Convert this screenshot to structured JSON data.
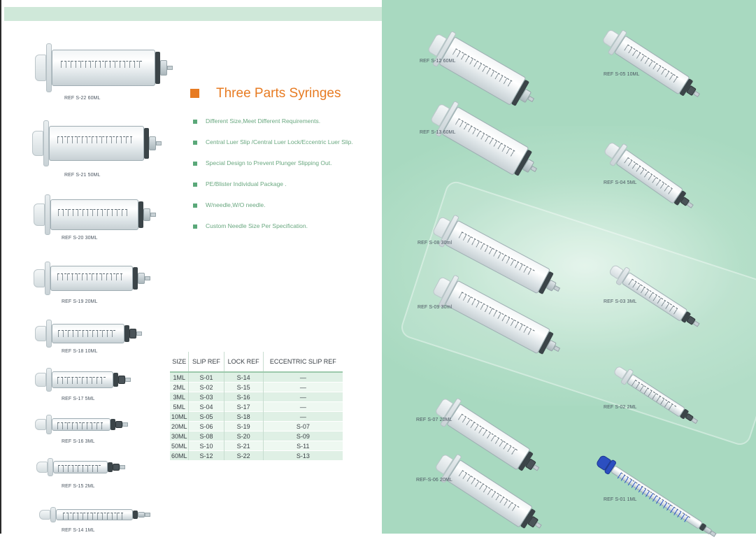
{
  "section": {
    "title": "Three Parts Syringes"
  },
  "features": [
    "Different Size,Meet Different Requirements.",
    "Central Luer Slip /Central Luer Lock/Eccentric Luer Slip.",
    "Special Design to Prevent Plunger Slipping Out.",
    "PE/Blister Individual Package .",
    "W/needle,W/O needle.",
    "Custom Needle Size Per Specification."
  ],
  "table": {
    "headers": [
      "SIZE",
      "SLIP REF",
      "LOCK REF",
      "ECCENTRIC SLIP  REF"
    ],
    "rows": [
      [
        "1ML",
        "S-01",
        "S-14",
        "—"
      ],
      [
        "2ML",
        "S-02",
        "S-15",
        "—"
      ],
      [
        "3ML",
        "S-03",
        "S-16",
        "—"
      ],
      [
        "5ML",
        "S-04",
        "S-17",
        "—"
      ],
      [
        "10ML",
        "S-05",
        "S-18",
        "—"
      ],
      [
        "20ML",
        "S-06",
        "S-19",
        "S-07"
      ],
      [
        "30ML",
        "S-08",
        "S-20",
        "S-09"
      ],
      [
        "50ML",
        "S-10",
        "S-21",
        "S-11"
      ],
      [
        "60ML",
        "S-12",
        "S-22",
        "S-13"
      ]
    ]
  },
  "left_column_refs": [
    "REF S-22  60ML",
    "REF S-21 50ML",
    "REF S-20 30ML",
    "REF S-19 20ML",
    "REF S-18 10ML",
    "REF S-17 5ML",
    "REF S-16 3ML",
    "REF S-15 2ML",
    "REF S-14 1ML"
  ],
  "right_refs": {
    "s12": "REF S-12 60ML",
    "s13": "REF S-13 60ML",
    "s08": "REF  S-08 30ml",
    "s09": "REF S-09 30ml",
    "s07": "REF S-07 20ML",
    "s06": "REF-S-06 20ML",
    "s05": "REF S-05 10ML",
    "s04": "REF S-04 5ML",
    "s03": "REF S-03 3ML",
    "s02": "REF S-02 2ML",
    "s01": "REF S-01 1ML"
  },
  "colors": {
    "accent": "#e77b22",
    "feature_text": "#6aa880",
    "right_background": "#a8d9c0",
    "table_row": "#dff0e5"
  }
}
